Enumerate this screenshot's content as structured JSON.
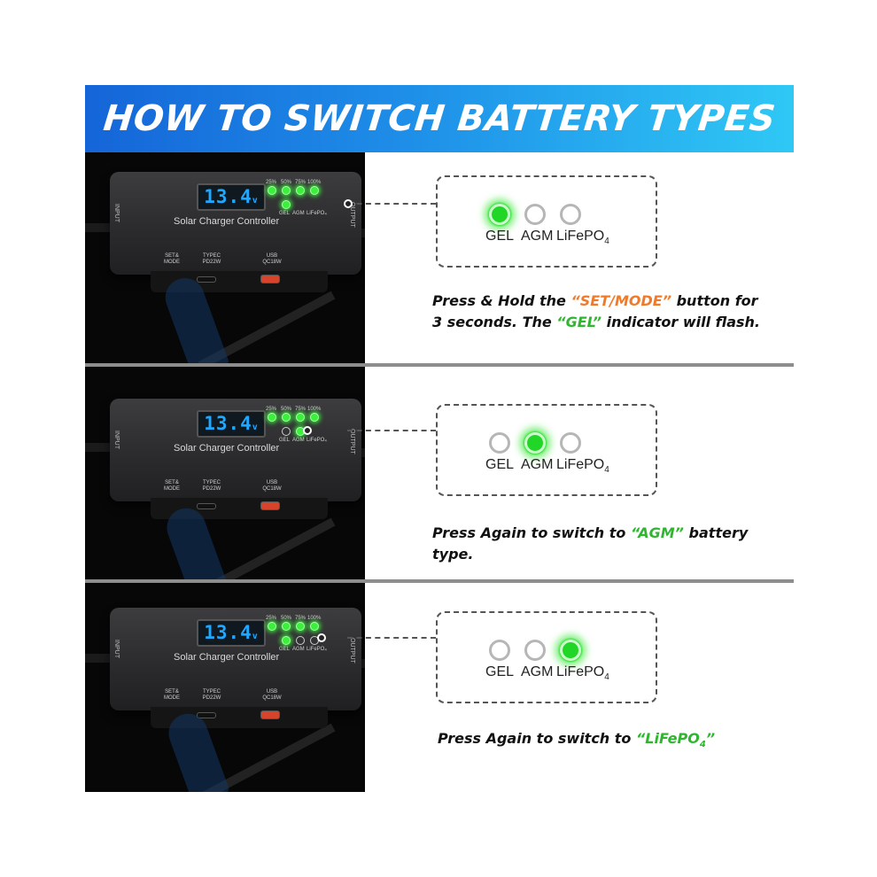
{
  "banner": {
    "title": "HOW TO SWITCH BATTERY TYPES"
  },
  "device": {
    "display": "13.4",
    "display_unit": "v",
    "title": "Solar Charger Controller",
    "level_labels": [
      "25%",
      "50%",
      "75%",
      "100%"
    ],
    "type_labels": [
      "GEL",
      "AGM",
      "LiFePO₄"
    ],
    "input_label": "INPUT",
    "output_label": "OUTPUT",
    "set_mode_label": "SET& MODE",
    "typec_label": "TYPEC PD22W",
    "usb_label": "USB QC18W"
  },
  "indicator_labels": {
    "gel": "GEL",
    "agm": "AGM",
    "lifepo_base": "LiFePO",
    "lifepo_sub": "4"
  },
  "steps": [
    {
      "active": "GEL",
      "caption_parts": [
        "Press & Hold the ",
        "“SET/MODE”",
        " button for 3 seconds. The ",
        "“GEL”",
        " indicator will flash."
      ]
    },
    {
      "active": "AGM",
      "caption_parts": [
        "Press Again to switch to ",
        "“AGM”",
        " battery type."
      ]
    },
    {
      "active": "LiFePO4",
      "caption_parts": [
        "Press Again to switch to ",
        "“LiFePO",
        "4",
        "”"
      ]
    }
  ],
  "colors": {
    "banner_start": "#1565d8",
    "banner_end": "#2fc8f5",
    "orange": "#f07a2a",
    "green": "#2fb52f",
    "led_green": "#22d628"
  }
}
